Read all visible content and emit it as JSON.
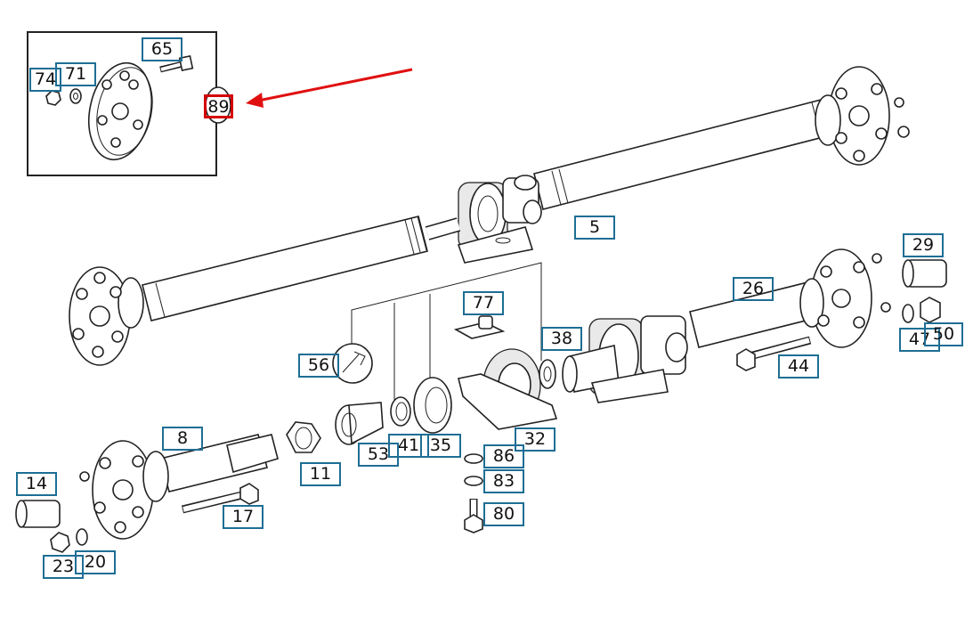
{
  "diagram": {
    "callouts": [
      {
        "id": "c65",
        "label": "65"
      },
      {
        "id": "c71",
        "label": "71"
      },
      {
        "id": "c74",
        "label": "74"
      },
      {
        "id": "c89",
        "label": "89",
        "highlighted": true
      },
      {
        "id": "c5",
        "label": "5"
      },
      {
        "id": "c29",
        "label": "29"
      },
      {
        "id": "c26",
        "label": "26"
      },
      {
        "id": "c77",
        "label": "77"
      },
      {
        "id": "c38",
        "label": "38"
      },
      {
        "id": "c56",
        "label": "56"
      },
      {
        "id": "c47",
        "label": "47"
      },
      {
        "id": "c50",
        "label": "50"
      },
      {
        "id": "c44",
        "label": "44"
      },
      {
        "id": "c8",
        "label": "8"
      },
      {
        "id": "c41",
        "label": "41"
      },
      {
        "id": "c35",
        "label": "35"
      },
      {
        "id": "c32",
        "label": "32"
      },
      {
        "id": "c53",
        "label": "53"
      },
      {
        "id": "c86",
        "label": "86"
      },
      {
        "id": "c11",
        "label": "11"
      },
      {
        "id": "c14",
        "label": "14"
      },
      {
        "id": "c83",
        "label": "83"
      },
      {
        "id": "c17",
        "label": "17"
      },
      {
        "id": "c80",
        "label": "80"
      },
      {
        "id": "c23",
        "label": "23"
      },
      {
        "id": "c20",
        "label": "20"
      }
    ],
    "colors": {
      "callout_border": "#1e6e94",
      "highlight": "#d40000",
      "arrow": "#e01010"
    }
  }
}
